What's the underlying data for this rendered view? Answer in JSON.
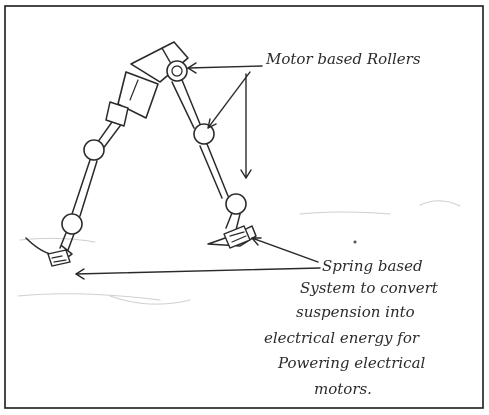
{
  "sketch": {
    "motor_label": "Motor based Rollers",
    "spring_label_lines": [
      "Spring based",
      "System to convert",
      "suspension into",
      "electrical energy for",
      "Powering electrical",
      "motors."
    ]
  }
}
